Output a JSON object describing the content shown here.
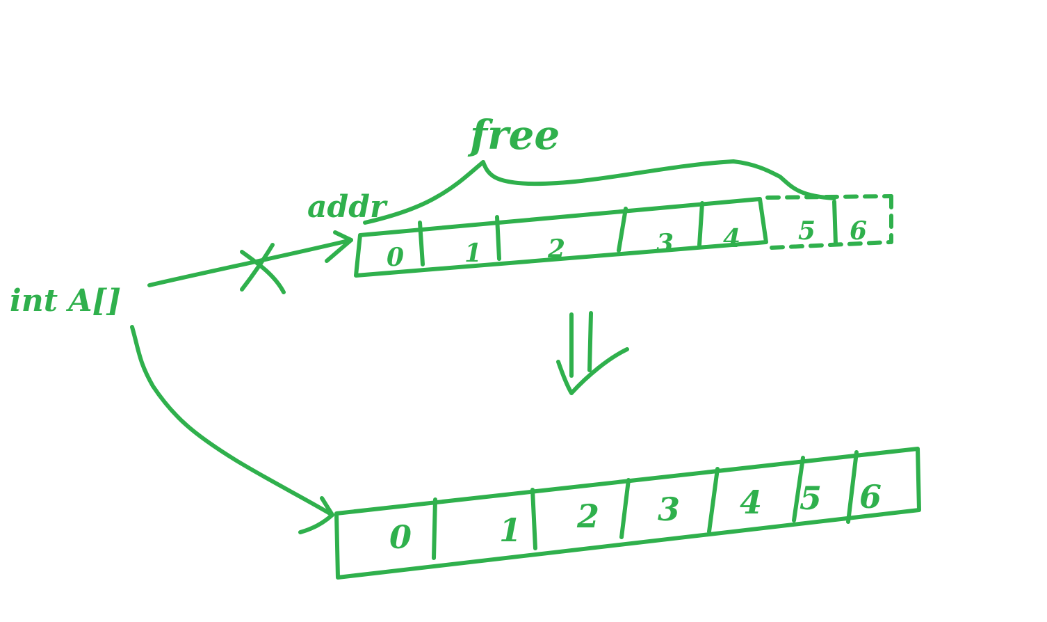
{
  "colors": {
    "ink": "#2fb04c",
    "background": "#ffffff"
  },
  "labels": {
    "pointer": "int A[]",
    "addr": "addr",
    "free": "free",
    "transform_arrow": "⇓"
  },
  "old_array": {
    "cells": [
      "0",
      "1",
      "2",
      "3",
      "4"
    ],
    "extension_cells": [
      "5",
      "6"
    ]
  },
  "new_array": {
    "cells": [
      "0",
      "1",
      "2",
      "3",
      "4",
      "5",
      "6"
    ]
  }
}
